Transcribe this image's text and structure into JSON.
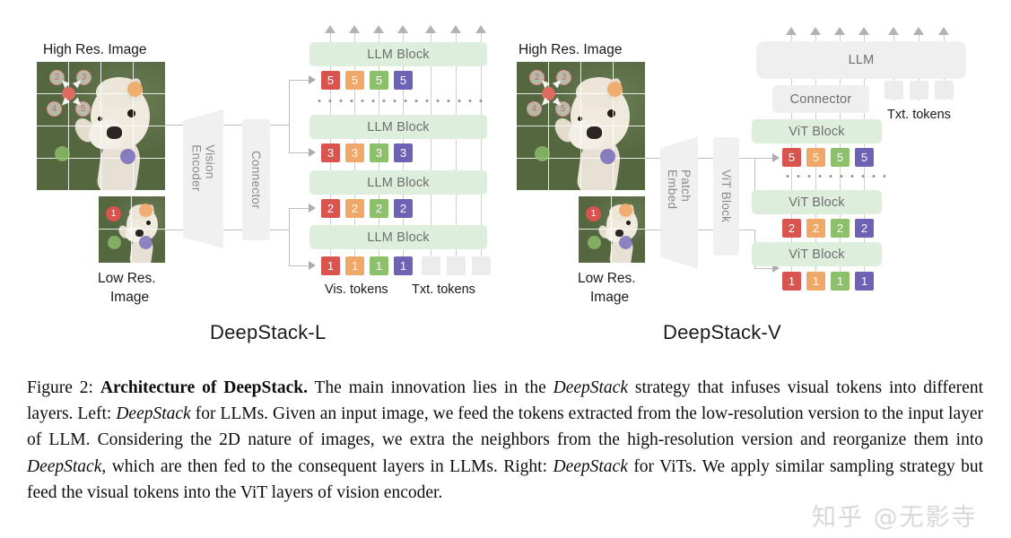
{
  "figure": {
    "panels": [
      {
        "id": "deepstack-l",
        "title": "DeepStack-L",
        "high_res_label": "High Res. Image",
        "low_res_label_line1": "Low Res.",
        "low_res_label_line2": "Image",
        "encoder_label": "Vision Encoder",
        "connector_label": "Connector",
        "blocks": [
          "LLM Block",
          "LLM Block",
          "LLM Block",
          "LLM Block"
        ],
        "token_rows": [
          "5",
          "3",
          "2",
          "1"
        ],
        "vis_tokens_label": "Vis. tokens",
        "txt_tokens_label": "Txt. tokens"
      },
      {
        "id": "deepstack-v",
        "title": "DeepStack-V",
        "high_res_label": "High Res. Image",
        "low_res_label_line1": "Low Res.",
        "low_res_label_line2": "Image",
        "patch_embed_label": "Patch Embed",
        "vit_stem_label": "ViT Block",
        "llm_label": "LLM",
        "connector_label": "Connector",
        "blocks": [
          "ViT Block",
          "ViT Block",
          "ViT Block"
        ],
        "token_rows": [
          "5",
          "2",
          "1"
        ],
        "txt_tokens_label": "Txt. tokens"
      }
    ],
    "token_colors": [
      "#d9534f",
      "#f0a868",
      "#8cc06a",
      "#6c63b5"
    ],
    "image_markers": {
      "high_res": {
        "numbered": [
          "2",
          "3",
          "4",
          "5"
        ],
        "center_dot_color": "#d9534f",
        "dot_colors": [
          "#f0a868",
          "#8cc06a",
          "#6c63b5"
        ]
      },
      "low_res": {
        "numbered": [
          "1"
        ],
        "dot_colors": [
          "#d9534f",
          "#8cc06a",
          "#6c63b5"
        ]
      }
    },
    "palette": {
      "block_green": "#ddeedd",
      "block_grey": "#efefef",
      "line_grey": "#cfcfcf"
    }
  },
  "caption": {
    "figure_number": "Figure 2:",
    "bold_title": "Architecture of DeepStack.",
    "part1": " The main innovation lies in the ",
    "em1": "DeepStack",
    "part2": " strategy that infuses visual tokens into different layers. Left: ",
    "em2": "DeepStack",
    "part3": " for LLMs. Given an input image, we feed the tokens extracted from the low-resolution version to the input layer of LLM. Considering the 2D nature of images, we extra the neighbors from the high-resolution version and reorganize them into ",
    "em3": "DeepStack",
    "part4": ", which are then fed to the consequent layers in LLMs. Right: ",
    "em4": "DeepStack",
    "part5": " for ViTs. We apply similar sampling strategy but feed the visual tokens into the ViT layers of vision encoder."
  },
  "watermark": {
    "text": "知乎 @无影寺"
  }
}
